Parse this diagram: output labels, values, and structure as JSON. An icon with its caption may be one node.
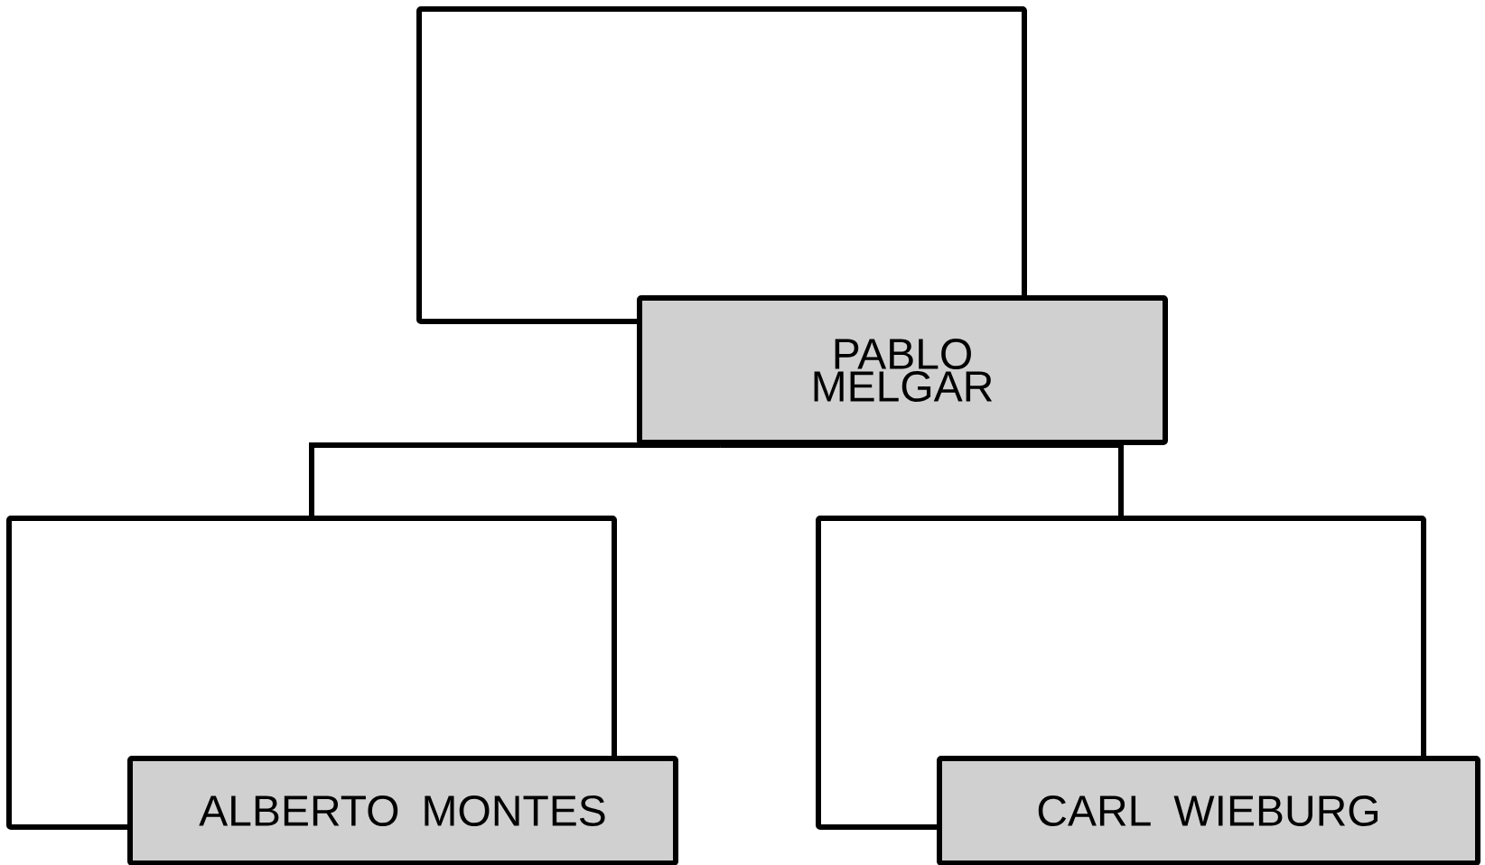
{
  "diagram": {
    "nodes": [
      {
        "text": [],
        "shape": "box"
      },
      {
        "text": [
          "PABLO MELGAR"
        ]
      },
      {
        "text": [],
        "shape": "box"
      },
      {
        "text": [
          "ALBERTO MONTES"
        ]
      },
      {
        "text": [],
        "shape": "box"
      },
      {
        "text": [
          "CARL WIEBURG"
        ]
      }
    ],
    "edges": [
      {
        "from": 1,
        "to": 2,
        "arrow": "none"
      },
      {
        "from": 1,
        "to": 4,
        "arrow": "none"
      }
    ]
  }
}
